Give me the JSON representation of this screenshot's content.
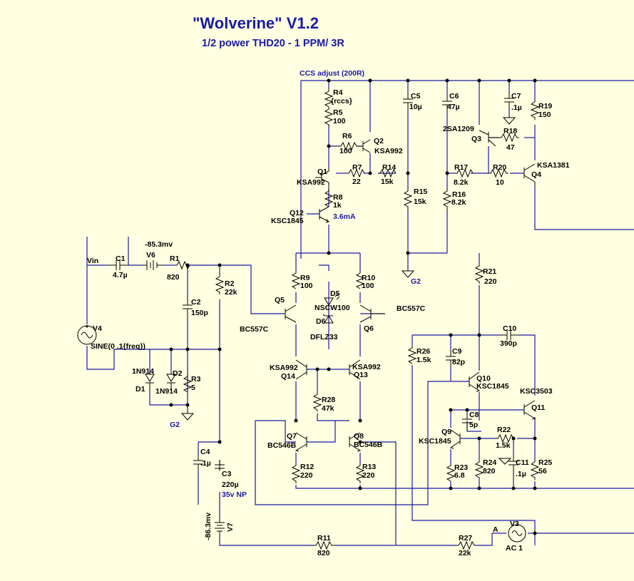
{
  "title": "\"Wolverine\" V1.2",
  "subtitle": "1/2  power THD20 - 1 PPM/ 3R",
  "nets": {
    "ccs_adjust": "CCS adjust (200R)",
    "current": "3.6mA",
    "g2_left": "G2",
    "g2_right": "G2",
    "v6_dc": "-85.3mv",
    "v7_dc": "-86.3mv",
    "node_a": "A",
    "cap_rating": "35v NP"
  },
  "components": {
    "vin": {
      "name": "Vin"
    },
    "v4": {
      "name": "V4",
      "value": "SINE(0 .1{freq})"
    },
    "c1": {
      "name": "C1",
      "value": "4.7µ"
    },
    "v6": {
      "name": "V6"
    },
    "r1": {
      "name": "R1",
      "value": "820"
    },
    "r2": {
      "name": "R2",
      "value": "22k"
    },
    "c2": {
      "name": "C2",
      "value": "150p"
    },
    "d1": {
      "name": "D1",
      "value": "1N914"
    },
    "d2": {
      "name": "D2",
      "value": "1N914"
    },
    "r3": {
      "name": "R3",
      "value": "5"
    },
    "c4": {
      "name": "C4",
      "value": ".1µ"
    },
    "c3": {
      "name": "C3",
      "value": "220µ"
    },
    "v7": {
      "name": "V7"
    },
    "r11": {
      "name": "R11",
      "value": "820"
    },
    "r4": {
      "name": "R4",
      "value": "{rccs}"
    },
    "r5": {
      "name": "R5",
      "value": "100"
    },
    "r6": {
      "name": "R6",
      "value": "100"
    },
    "q2": {
      "name": "Q2",
      "value": "KSA992"
    },
    "q1": {
      "name": "Q1",
      "value": "KSA992"
    },
    "r7": {
      "name": "R7",
      "value": "22"
    },
    "r14": {
      "name": "R14",
      "value": "15k"
    },
    "r8": {
      "name": "R8",
      "value": "1k"
    },
    "q12": {
      "name": "Q12",
      "value": "KSC1845"
    },
    "c5": {
      "name": "C5",
      "value": "10µ"
    },
    "r15": {
      "name": "R15",
      "value": "15k"
    },
    "c6": {
      "name": "C6",
      "value": "47µ"
    },
    "c7": {
      "name": "C7",
      "value": ".1µ"
    },
    "r19": {
      "name": "R19",
      "value": "150"
    },
    "q3": {
      "name": "Q3",
      "value": "2SA1209"
    },
    "r18": {
      "name": "R18",
      "value": "47"
    },
    "r17": {
      "name": "R17",
      "value": "8.2k"
    },
    "r20": {
      "name": "R20",
      "value": "10"
    },
    "q4": {
      "name": "Q4",
      "value": "KSA1381"
    },
    "r16": {
      "name": "R16",
      "value": "8.2k"
    },
    "r9": {
      "name": "R9",
      "value": "100"
    },
    "r10": {
      "name": "R10",
      "value": "100"
    },
    "d5": {
      "name": "D5",
      "value": "NSCW100"
    },
    "d6": {
      "name": "D6",
      "value": "DFLZ33"
    },
    "q5": {
      "name": "Q5",
      "value": "BC557C"
    },
    "q6": {
      "name": "Q6",
      "value": "BC557C"
    },
    "q14": {
      "name": "Q14",
      "value": "KSA992"
    },
    "q13": {
      "name": "Q13",
      "value": "KSA992"
    },
    "r28": {
      "name": "R28",
      "value": "47k"
    },
    "q7": {
      "name": "Q7",
      "value": "BC546B"
    },
    "q8": {
      "name": "Q8",
      "value": "BC546B"
    },
    "r12": {
      "name": "R12",
      "value": "220"
    },
    "r13": {
      "name": "R13",
      "value": "220"
    },
    "r21": {
      "name": "R21",
      "value": "220"
    },
    "c10": {
      "name": "C10",
      "value": "390p"
    },
    "r26": {
      "name": "R26",
      "value": "1.5k"
    },
    "c9": {
      "name": "C9",
      "value": "82p"
    },
    "q10": {
      "name": "Q10",
      "value": "KSC1845"
    },
    "q11": {
      "name": "Q11",
      "value": "KSC3503"
    },
    "c8": {
      "name": "C8",
      "value": "5p"
    },
    "q9": {
      "name": "Q9",
      "value": "KSC1845"
    },
    "r22": {
      "name": "R22",
      "value": "1.5k"
    },
    "r23": {
      "name": "R23",
      "value": "6.8"
    },
    "r24": {
      "name": "R24",
      "value": "820"
    },
    "c11": {
      "name": "C11",
      "value": ".1µ"
    },
    "r25": {
      "name": "R25",
      "value": "56"
    },
    "r27": {
      "name": "R27",
      "value": "22k"
    },
    "v3": {
      "name": "V3",
      "value": "AC 1"
    }
  }
}
